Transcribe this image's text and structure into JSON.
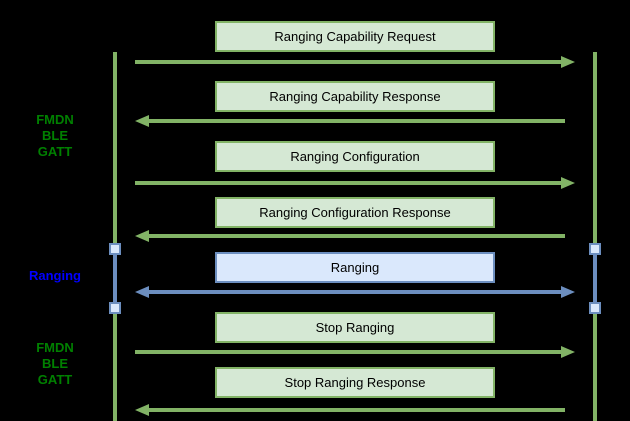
{
  "diagram": {
    "type": "sequence-diagram",
    "background_color": "#000000",
    "palette": {
      "green_fill": "#d5e8d4",
      "green_stroke": "#82b366",
      "blue_fill": "#dae8fc",
      "blue_stroke": "#6c8ebf",
      "phase_label_green": "#008000",
      "phase_label_blue": "#0000ff",
      "message_text": "#000000"
    },
    "phases": [
      {
        "name": "fmdn-ble-gatt-setup",
        "color": "green",
        "lines": [
          "FMDN",
          "BLE",
          "GATT"
        ]
      },
      {
        "name": "ranging",
        "color": "blue",
        "lines": [
          "Ranging"
        ]
      },
      {
        "name": "fmdn-ble-gatt-stop",
        "color": "green",
        "lines": [
          "FMDN",
          "BLE",
          "GATT"
        ]
      }
    ],
    "messages": [
      {
        "label": "Ranging Capability Request",
        "channel": "green",
        "direction": "left-to-right"
      },
      {
        "label": "Ranging Capability Response",
        "channel": "green",
        "direction": "right-to-left"
      },
      {
        "label": "Ranging Configuration",
        "channel": "green",
        "direction": "left-to-right"
      },
      {
        "label": "Ranging Configuration Response",
        "channel": "green",
        "direction": "right-to-left"
      },
      {
        "label": "Ranging",
        "channel": "blue",
        "direction": "bidirectional"
      },
      {
        "label": "Stop Ranging",
        "channel": "green",
        "direction": "left-to-right"
      },
      {
        "label": "Stop Ranging Response",
        "channel": "green",
        "direction": "right-to-left"
      }
    ],
    "lifelines": [
      {
        "side": "left",
        "activation_markers": 2
      },
      {
        "side": "right",
        "activation_markers": 2
      }
    ]
  }
}
